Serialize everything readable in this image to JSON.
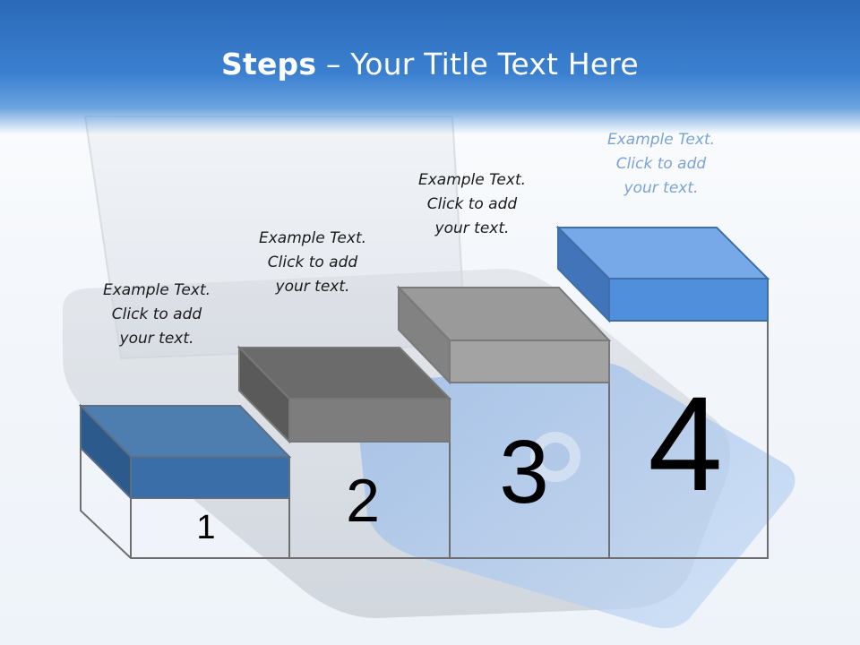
{
  "title": {
    "bold": "Steps",
    "rest": " – Your Title Text Here"
  },
  "steps": [
    {
      "number": "1",
      "lines": [
        "Example Text.",
        "Click  to add",
        "your text."
      ],
      "color": "#3a6ea8"
    },
    {
      "number": "2",
      "lines": [
        "Example Text.",
        "Click  to add",
        "your text."
      ],
      "color": "#7d7d7d"
    },
    {
      "number": "3",
      "lines": [
        "Example Text.",
        "Click  to add",
        "your text."
      ],
      "color": "#9a9a9a"
    },
    {
      "number": "4",
      "lines": [
        "Example Text.",
        "Click  to add",
        "your text."
      ],
      "color": "#4f8fdc"
    }
  ],
  "colors": {
    "header": "#3b80d0",
    "step1_box": "#3a6ea8",
    "step2_box": "#7d7d7d",
    "step3_box": "#9a9a9a",
    "step4_box": "#4f8fdc",
    "caption4": "#7aa3d6"
  }
}
